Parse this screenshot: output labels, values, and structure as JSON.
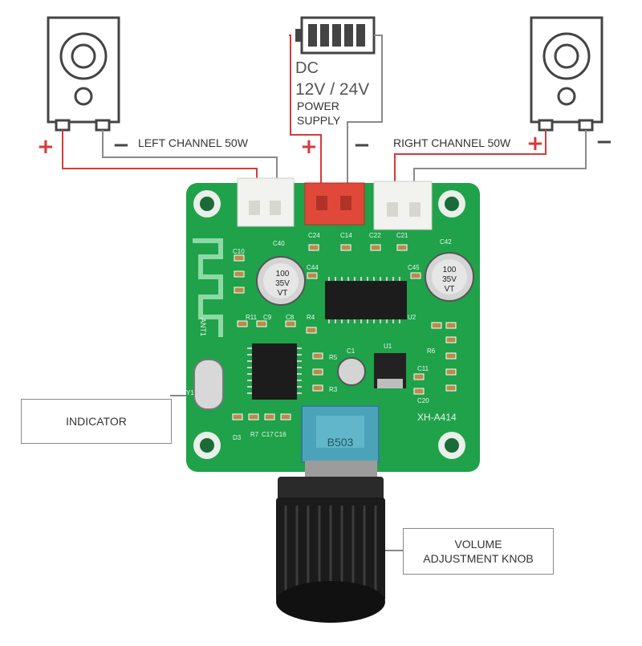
{
  "labels": {
    "left_channel": "LEFT CHANNEL 50W",
    "right_channel": "RIGHT CHANNEL 50W",
    "dc": "DC",
    "voltage": "12V / 24V",
    "power": "POWER",
    "supply": "SUPPLY",
    "indicator": "INDICATOR",
    "volume_line1": "VOLUME",
    "volume_line2": "ADJUSTMENT KNOB",
    "plus": "+",
    "minus": "−"
  },
  "board": {
    "model": "XH-A414",
    "antenna": "ANT1",
    "cap_big_text": [
      "100",
      "35V",
      "VT"
    ],
    "pot_text": "B503",
    "components": [
      "C40",
      "C42",
      "C24",
      "C14",
      "C22",
      "C21",
      "C10",
      "C44",
      "C45",
      "C9",
      "C8",
      "C1",
      "C11",
      "C20",
      "R11",
      "R4",
      "R6",
      "R5",
      "R3",
      "R7",
      "U1",
      "U2",
      "D3",
      "C17",
      "C16",
      "Y1"
    ]
  },
  "colors": {
    "pcb": "#1fa24a",
    "wire_red": "#d83a3a",
    "wire_gray": "#8a8a8a",
    "connector": "#f2f2ee",
    "power_connector": "#e0493a",
    "pot": "#4aa3b8"
  }
}
